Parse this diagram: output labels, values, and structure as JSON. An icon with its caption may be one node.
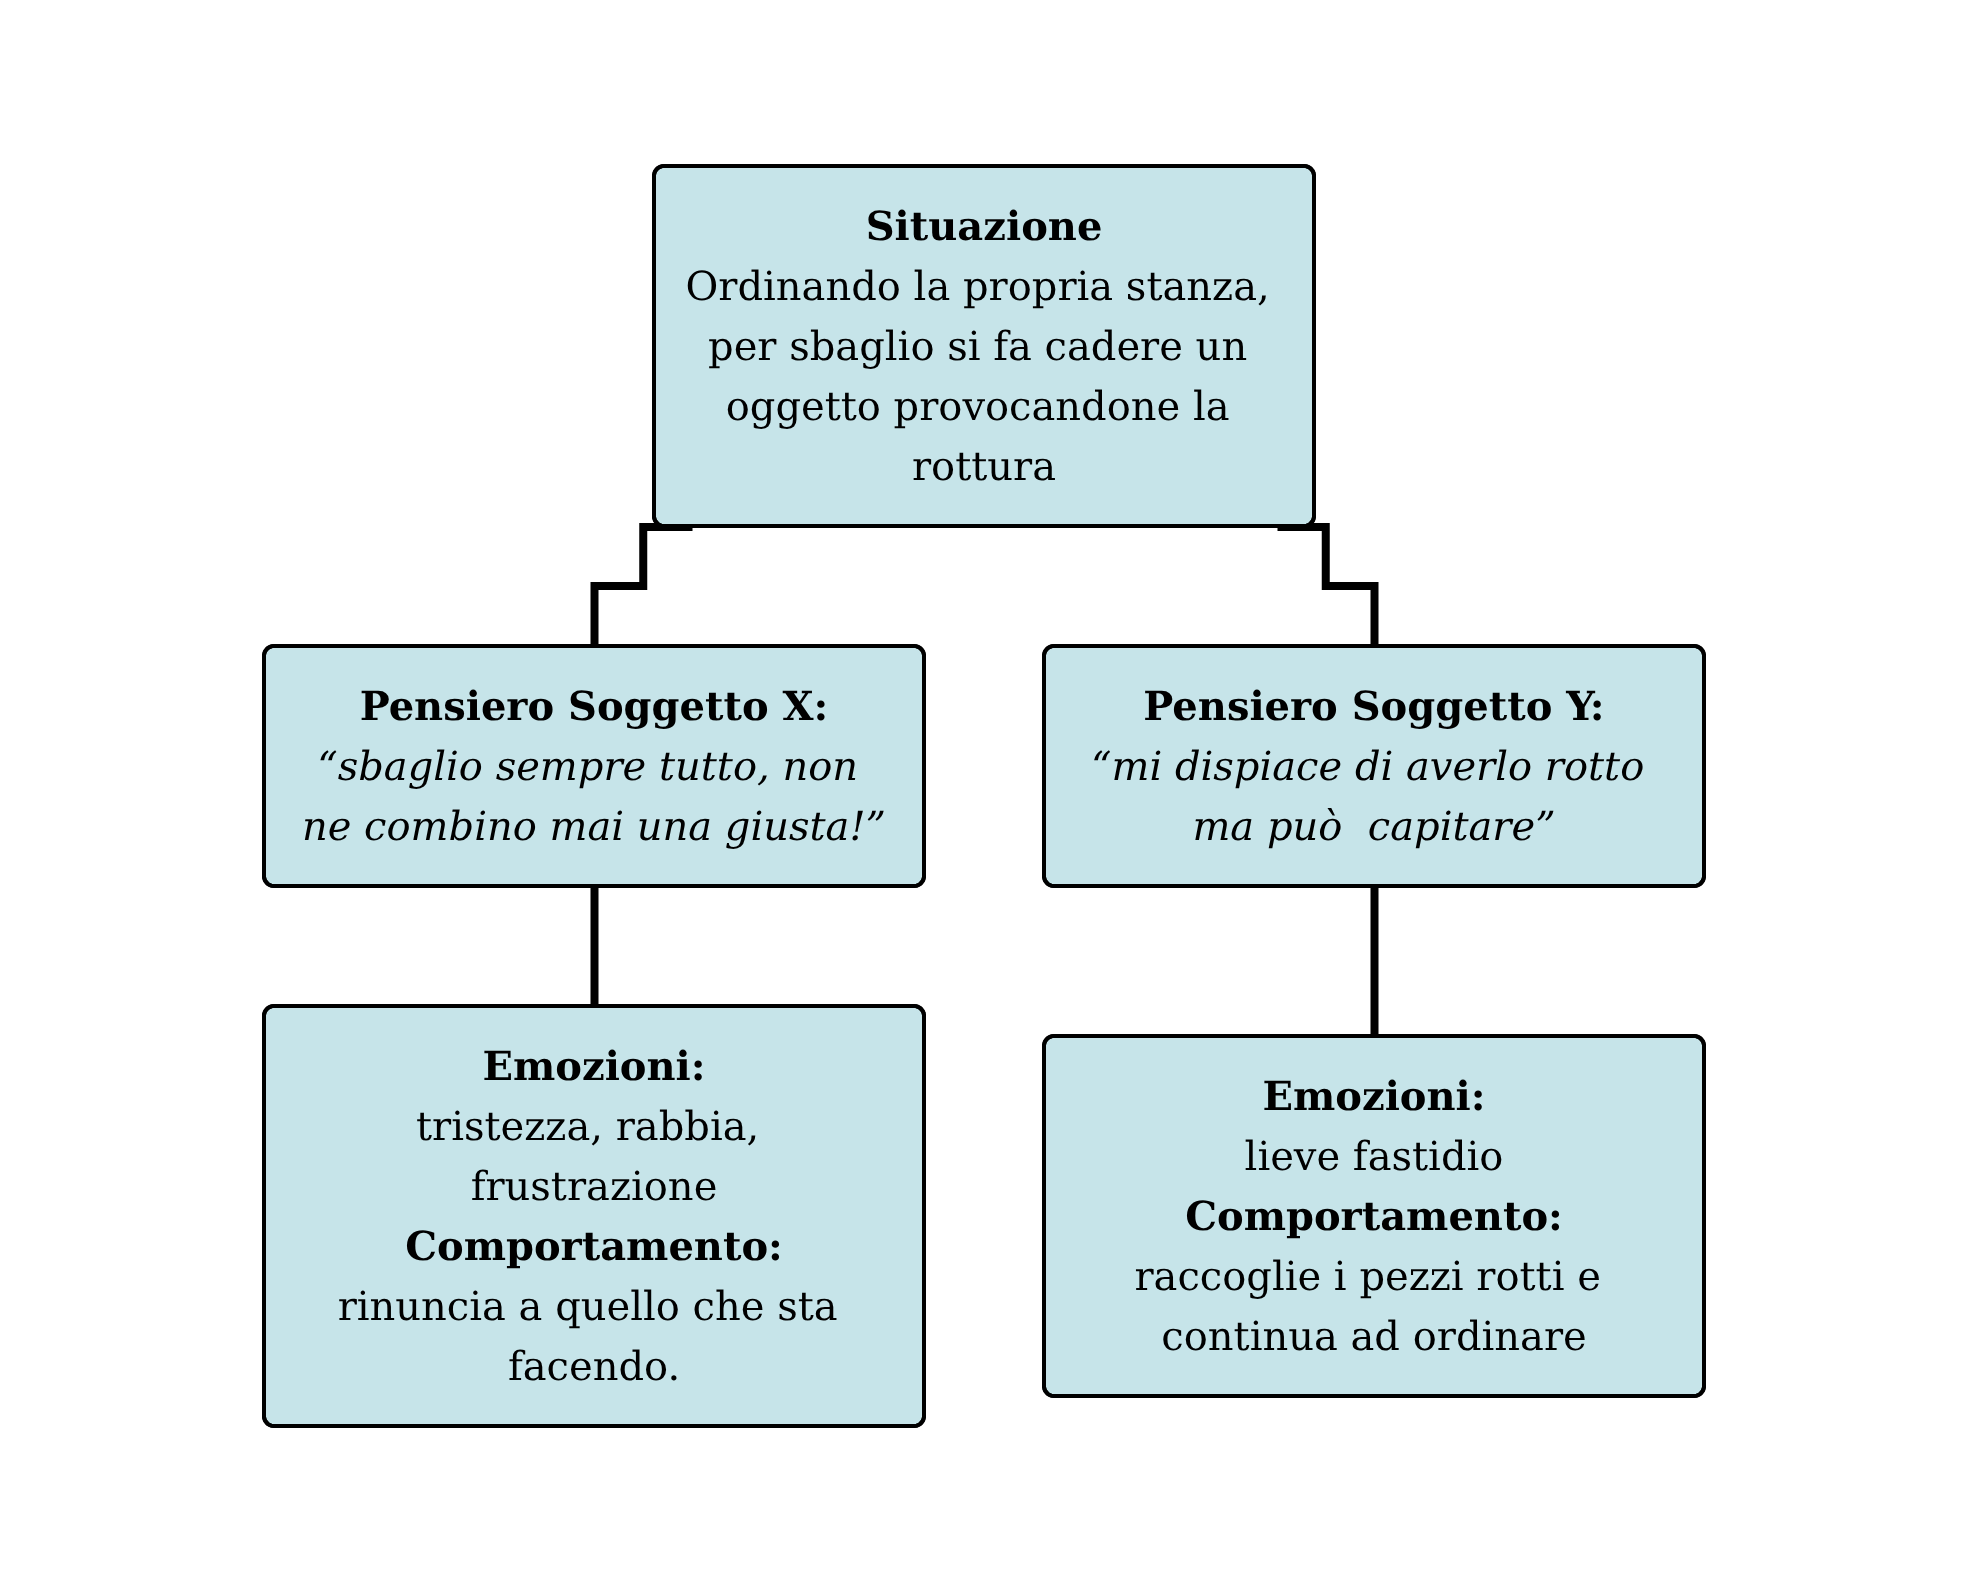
{
  "diagram": {
    "nodes": [
      {
        "text": [
          "Situazione",
          "Ordinando la propria stanza, per sbaglio si fa cadere un oggetto provocandone la rottura"
        ]
      },
      {
        "text": [
          "Pensiero Soggetto X:",
          "“sbaglio sempre tutto, non ne combino mai una giusta!”"
        ]
      },
      {
        "text": [
          "Pensiero Soggetto Y:",
          "“mi dispiace di averlo rotto ma può  capitare”"
        ]
      },
      {
        "text": [
          "Emozioni:",
          "tristezza, rabbia, frustrazione",
          "Comportamento:",
          "rinuncia a quello che sta facendo."
        ]
      },
      {
        "text": [
          "Emozioni:",
          "lieve fastidio",
          "Comportamento:",
          "raccoglie i pezzi rotti e continua ad ordinare"
        ]
      }
    ],
    "edges": [
      {
        "from": 0,
        "to": 1,
        "arrow": "none"
      },
      {
        "from": 0,
        "to": 2,
        "arrow": "none"
      },
      {
        "from": 1,
        "to": 3,
        "arrow": "none"
      },
      {
        "from": 2,
        "to": 4,
        "arrow": "none"
      }
    ]
  }
}
